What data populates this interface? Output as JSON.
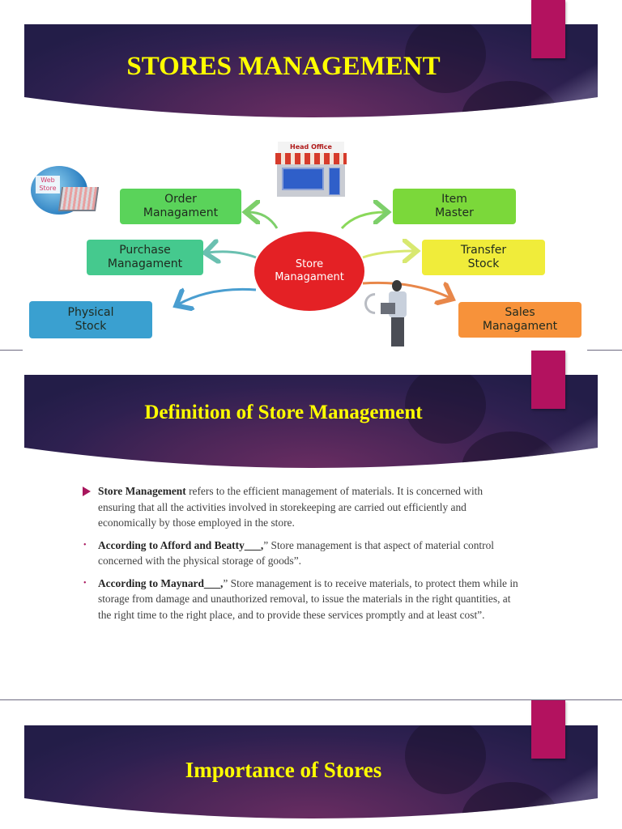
{
  "slides": [
    {
      "title": "STORES MANAGEMENT",
      "diagram": {
        "center": {
          "line1": "Store",
          "line2": "Managament"
        },
        "head_office": "Head Office",
        "web_store": {
          "line1": "Web",
          "line2": "Store"
        },
        "nodes": [
          {
            "line1": "Order",
            "line2": "Managament",
            "color": "#5ad35a"
          },
          {
            "line1": "Purchase",
            "line2": "Managament",
            "color": "#45c98e"
          },
          {
            "line1": "Physical",
            "line2": "Stock",
            "color": "#3aa0d0"
          },
          {
            "line1": "Item",
            "line2": "Master",
            "color": "#7bd83a"
          },
          {
            "line1": "Transfer",
            "line2": "Stock",
            "color": "#f0ec3a"
          },
          {
            "line1": "Sales",
            "line2": "Managament",
            "color": "#f7923a"
          }
        ]
      }
    },
    {
      "title": "Definition of Store Management",
      "paragraphs": [
        {
          "bold": "Store Management",
          "text": " refers to the efficient management of materials. It is concerned with ensuring that all the activities involved in storekeeping are carried out efficiently and economically by those employed in the store."
        },
        {
          "bold": "According to Afford and Beatty___,",
          "text": "” Store management is that aspect of material control concerned with the physical storage of goods”."
        },
        {
          "bold": "According to Maynard___,",
          "text": "” Store management is to receive materials, to protect them while in storage from damage and unauthorized removal, to issue the materials in the right quantities, at the right time to the right place, and to provide these services promptly and at least cost”."
        }
      ]
    },
    {
      "title": "Importance of Stores"
    }
  ],
  "colors": {
    "title_yellow": "#ffff00",
    "accent_magenta": "#b3125f",
    "banner_purple": "#4c2658"
  }
}
